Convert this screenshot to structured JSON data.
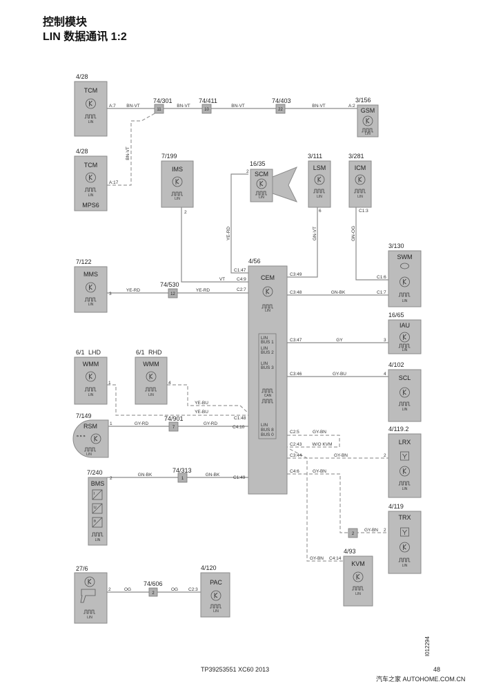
{
  "header": {
    "title": "控制模块",
    "subtitle": "LIN 数据通讯 1:2"
  },
  "common": {
    "lin": "LIN",
    "can": "CAN"
  },
  "modules": {
    "tcm1": {
      "ref": "4/28",
      "name": "TCM",
      "pin": "A:7"
    },
    "tcm2": {
      "ref": "4/28",
      "name": "TCM",
      "sub": "MPS6",
      "pin": "A:17"
    },
    "gsm": {
      "ref": "3/156",
      "name": "GSM",
      "pin": "A:2"
    },
    "ims": {
      "ref": "7/199",
      "name": "IMS",
      "pin": "2"
    },
    "scm": {
      "ref": "16/35",
      "name": "SCM",
      "pin": "2"
    },
    "lsm": {
      "ref": "3/111",
      "name": "LSM",
      "pin": "6"
    },
    "icm": {
      "ref": "3/281",
      "name": "ICM",
      "pin": "C1:3"
    },
    "swm": {
      "ref": "3/130",
      "name": "SWM",
      "pin1": "C1:6",
      "pin2": "C1:7"
    },
    "mms": {
      "ref": "7/122",
      "name": "MMS",
      "pin": "3"
    },
    "iau": {
      "ref": "16/65",
      "name": "IAU",
      "pin": "3"
    },
    "scl": {
      "ref": "4/102",
      "name": "SCL",
      "pin": "4"
    },
    "wmm_lhd": {
      "ref": "6/1",
      "side": "LHD",
      "name": "WMM",
      "pin": "1"
    },
    "wmm_rhd": {
      "ref": "6/1",
      "side": "RHD",
      "name": "WMM",
      "pin": "4"
    },
    "rsm": {
      "ref": "7/149",
      "name": "RSM",
      "pin": "1"
    },
    "bms": {
      "ref": "7/240",
      "name": "BMS",
      "pin": "2",
      "sensors": [
        "I",
        "U",
        "θ"
      ]
    },
    "lrx": {
      "ref": "4/119.2",
      "name": "LRX",
      "pin": "2"
    },
    "trx": {
      "ref": "4/119",
      "name": "TRX",
      "pin": "2"
    },
    "kvm": {
      "ref": "4/93",
      "name": "KVM",
      "pin": "C4:14"
    },
    "m27": {
      "ref": "27/6",
      "pin": "2"
    },
    "pac": {
      "ref": "4/120",
      "name": "PAC",
      "pin": "C2:3"
    },
    "cem": {
      "ref": "4/56",
      "name": "CEM",
      "pins": {
        "c1_47": "C1:47",
        "c4_9": "C4:9",
        "c2_7": "C2:7",
        "c3_49": "C3:49",
        "c3_48": "C3:48",
        "c3_47": "C3:47",
        "c3_46": "C3:46",
        "c1_48": "C1:48",
        "c4_10": "C4:10",
        "c2_5": "C2:5",
        "c2_43": "C2:43",
        "c3_44": "C3:44",
        "c4_6": "C4:6",
        "c1_49": "C1:49"
      },
      "bus": {
        "lin1a": "LIN",
        "lin1b": "BUS 1",
        "lin2a": "LIN",
        "lin2b": "BUS 2",
        "lin3a": "LIN",
        "lin3b": "BUS 3",
        "lin8a": "LIN",
        "lin8b": "BUS 8",
        "bus0": "BUS 0"
      }
    }
  },
  "splices": {
    "s301": {
      "ref": "74/301",
      "num": "11"
    },
    "s411": {
      "ref": "74/411",
      "num": "10"
    },
    "s403": {
      "ref": "74/403",
      "num": "22"
    },
    "s530": {
      "ref": "74/530",
      "num": "12"
    },
    "s901": {
      "ref": "74/901",
      "num": "7"
    },
    "s313": {
      "ref": "74/313",
      "num": "1"
    },
    "s606": {
      "ref": "74/606",
      "num": "2"
    },
    "strx": {
      "num": "2"
    }
  },
  "wires": {
    "bn_vt": "BN-VT",
    "vt": "VT",
    "ye_rd": "YE-RD",
    "gn_vt": "GN-VT",
    "gn_og": "GN-OG",
    "gn_bk": "GN-BK",
    "gy": "GY",
    "gy_bu": "GY-BU",
    "ye_bu": "YE-BU",
    "gy_rd": "GY-RD",
    "gy_bn": "GY-BN",
    "wo_kvm": "W/O KVM",
    "og": "OG"
  },
  "footer": {
    "doc": "TP39253551 XC60 2013",
    "page": "48",
    "fig_id": "I012294",
    "watermark": "汽车之家  AUTOHOME.COM.CN"
  }
}
